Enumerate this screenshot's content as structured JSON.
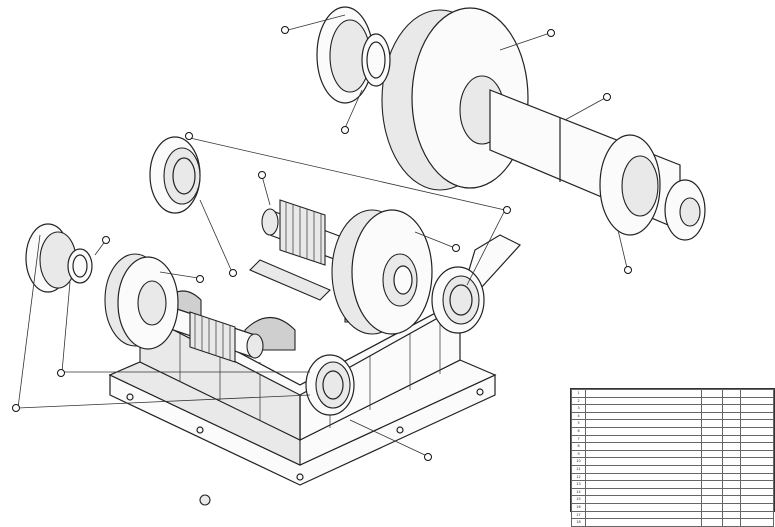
{
  "bom_rows": [
    {
      "no": "1",
      "name": "",
      "qty": "",
      "mat": "",
      "code": ""
    },
    {
      "no": "2",
      "name": "",
      "qty": "",
      "mat": "",
      "code": ""
    },
    {
      "no": "3",
      "name": "",
      "qty": "",
      "mat": "",
      "code": ""
    },
    {
      "no": "4",
      "name": "",
      "qty": "",
      "mat": "",
      "code": ""
    },
    {
      "no": "5",
      "name": "",
      "qty": "",
      "mat": "",
      "code": ""
    },
    {
      "no": "6",
      "name": "",
      "qty": "",
      "mat": "",
      "code": ""
    },
    {
      "no": "7",
      "name": "",
      "qty": "",
      "mat": "",
      "code": ""
    },
    {
      "no": "8",
      "name": "",
      "qty": "",
      "mat": "",
      "code": ""
    },
    {
      "no": "9",
      "name": "",
      "qty": "",
      "mat": "",
      "code": ""
    },
    {
      "no": "10",
      "name": "",
      "qty": "",
      "mat": "",
      "code": ""
    },
    {
      "no": "11",
      "name": "",
      "qty": "",
      "mat": "",
      "code": ""
    },
    {
      "no": "12",
      "name": "",
      "qty": "",
      "mat": "",
      "code": ""
    },
    {
      "no": "13",
      "name": "",
      "qty": "",
      "mat": "",
      "code": ""
    },
    {
      "no": "14",
      "name": "",
      "qty": "",
      "mat": "",
      "code": ""
    },
    {
      "no": "15",
      "name": "",
      "qty": "",
      "mat": "",
      "code": ""
    },
    {
      "no": "16",
      "name": "",
      "qty": "",
      "mat": "",
      "code": ""
    },
    {
      "no": "17",
      "name": "",
      "qty": "",
      "mat": "",
      "code": ""
    },
    {
      "no": "18",
      "name": "",
      "qty": "",
      "mat": "",
      "code": ""
    }
  ]
}
